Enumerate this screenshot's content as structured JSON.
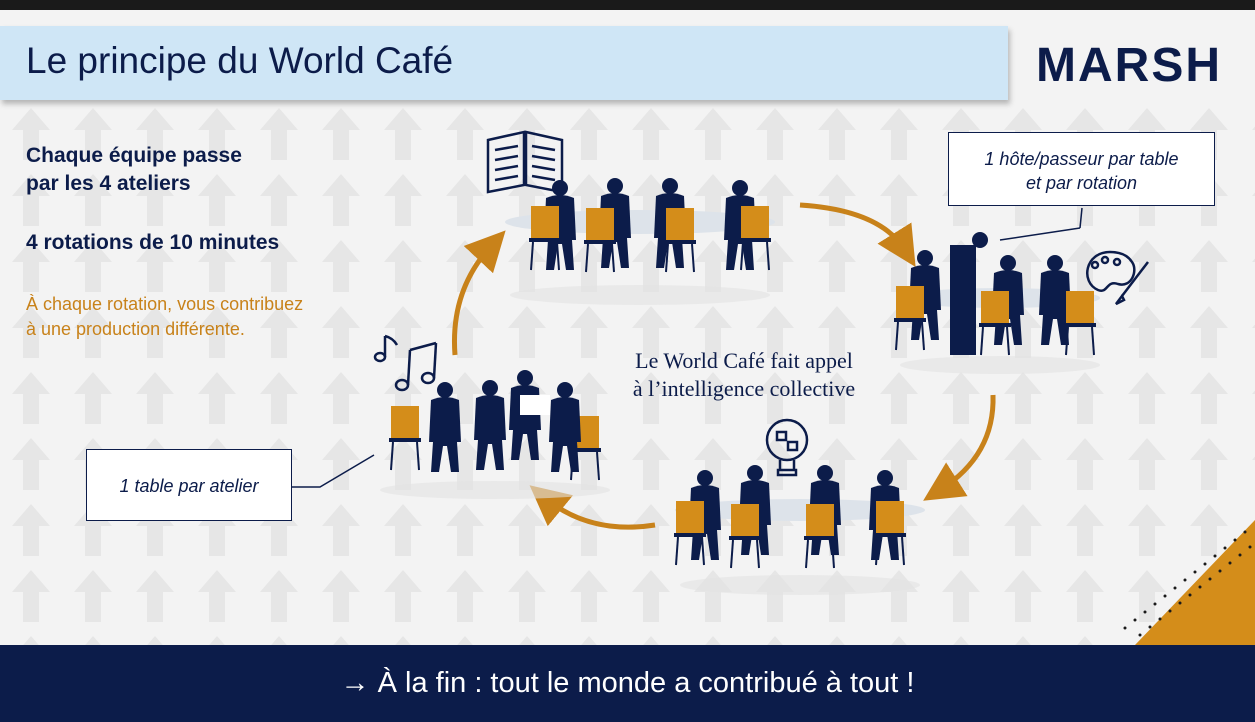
{
  "title": "Le principe du World Café",
  "logo": "MARSH",
  "left": {
    "line1": "Chaque équipe passe",
    "line2": "par les 4 ateliers",
    "rotations": "4 rotations de 10 minutes",
    "orange1": "À chaque rotation, vous contribuez",
    "orange2": "à une production différente."
  },
  "box_host": {
    "line1": "1 hôte/passeur par table",
    "line2": "et par rotation"
  },
  "box_table": "1 table par atelier",
  "center": {
    "line1": "Le World Café fait appel",
    "line2": "à l’intelligence collective"
  },
  "footer": "→ À la fin : tout le monde a contribué à tout !",
  "icons": [
    "book-icon",
    "palette-icon",
    "puzzle-lightbulb-icon",
    "music-notes-icon"
  ],
  "colors": {
    "navy": "#0c1c4a",
    "orange": "#c8821a",
    "title_band": "#cfe6f6"
  }
}
